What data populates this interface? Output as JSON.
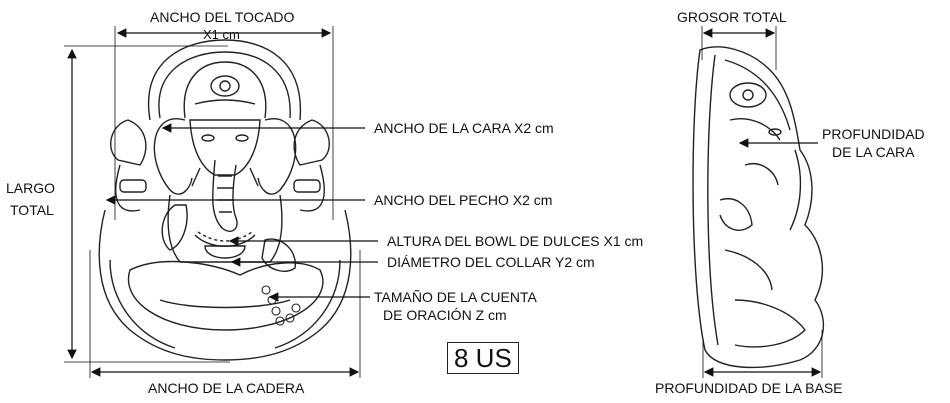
{
  "front_labels": {
    "headdress_width": "ANCHO DEL TOCADO",
    "headdress_value": "X1 cm",
    "total_length_line1": "LARGO",
    "total_length_line2": "TOTAL",
    "face_width": "ANCHO DE LA CARA X2 cm",
    "chest_width": "ANCHO DEL PECHO X2 cm",
    "bowl_height": "ALTURA DEL BOWL DE DULCES X1 cm",
    "collar_diameter": "DIÁMETRO DEL COLLAR Y2 cm",
    "bead_size_line1": "TAMAÑO DE LA CUENTA",
    "bead_size_line2": "DE ORACIÓN Z cm",
    "hip_width": "ANCHO DE LA CADERA"
  },
  "size_badge": "8 US",
  "side_labels": {
    "total_thickness": "GROSOR TOTAL",
    "face_depth_line1": "PROFUNDIDAD",
    "face_depth_line2": "DE LA CARA",
    "base_depth": "PROFUNDIDAD DE LA BASE"
  }
}
